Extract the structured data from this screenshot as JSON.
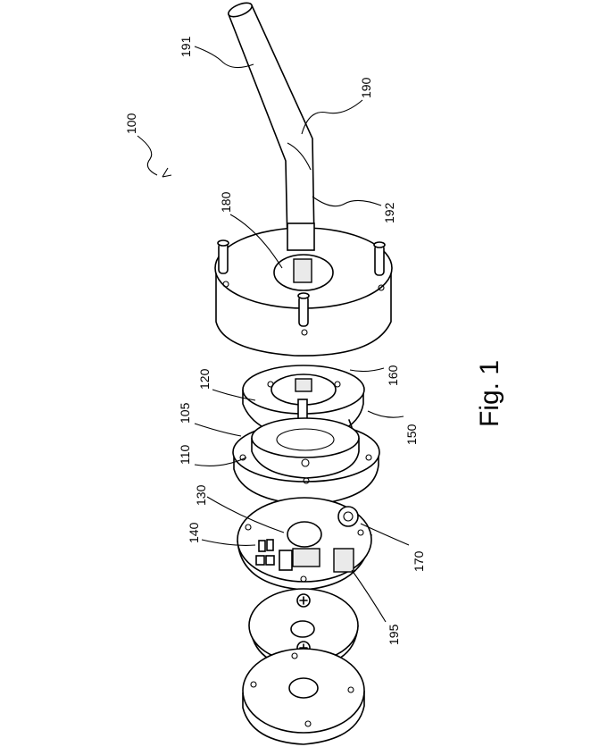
{
  "caption": "Fig. 1",
  "labels": {
    "assembly": "100",
    "shaft_upper": "191",
    "shaft": "190",
    "shaft_lower": "192",
    "slot": "180",
    "housing": "160",
    "ring": "120",
    "spring_clip": "150",
    "plate": "105",
    "disc": "110",
    "pcb_hole": "130",
    "chip": "140",
    "sensor": "170",
    "connector": "195"
  }
}
